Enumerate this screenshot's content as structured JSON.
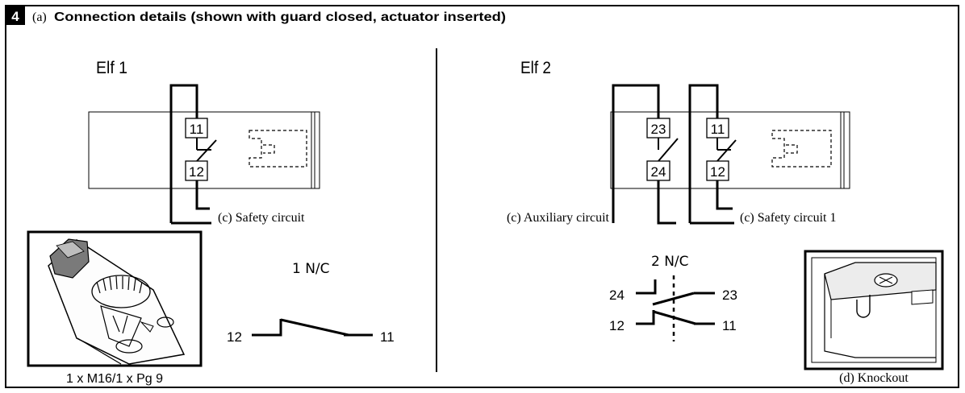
{
  "header": {
    "step_number": "4",
    "part_letter": "(a)",
    "title": "Connection details (shown with guard closed, actuator inserted)"
  },
  "left_panel": {
    "title": "Elf 1",
    "terminal_top": "11",
    "terminal_bottom": "12",
    "circuit_label": "(c) Safety circuit",
    "contact_type": "1 N/C",
    "schematic_left": "12",
    "schematic_right": "11",
    "photo_caption": "1 x M16/1 x Pg 9"
  },
  "right_panel": {
    "title": "Elf 2",
    "aux_terminal_top": "23",
    "aux_terminal_bottom": "24",
    "safety_terminal_top": "11",
    "safety_terminal_bottom": "12",
    "aux_label": "(c) Auxiliary circuit",
    "safety_label": "(c) Safety circuit 1",
    "contact_type": "2 N/C",
    "schematic_top_left": "24",
    "schematic_top_right": "23",
    "schematic_bottom_left": "12",
    "schematic_bottom_right": "11",
    "photo_caption": "(d) Knockout"
  }
}
